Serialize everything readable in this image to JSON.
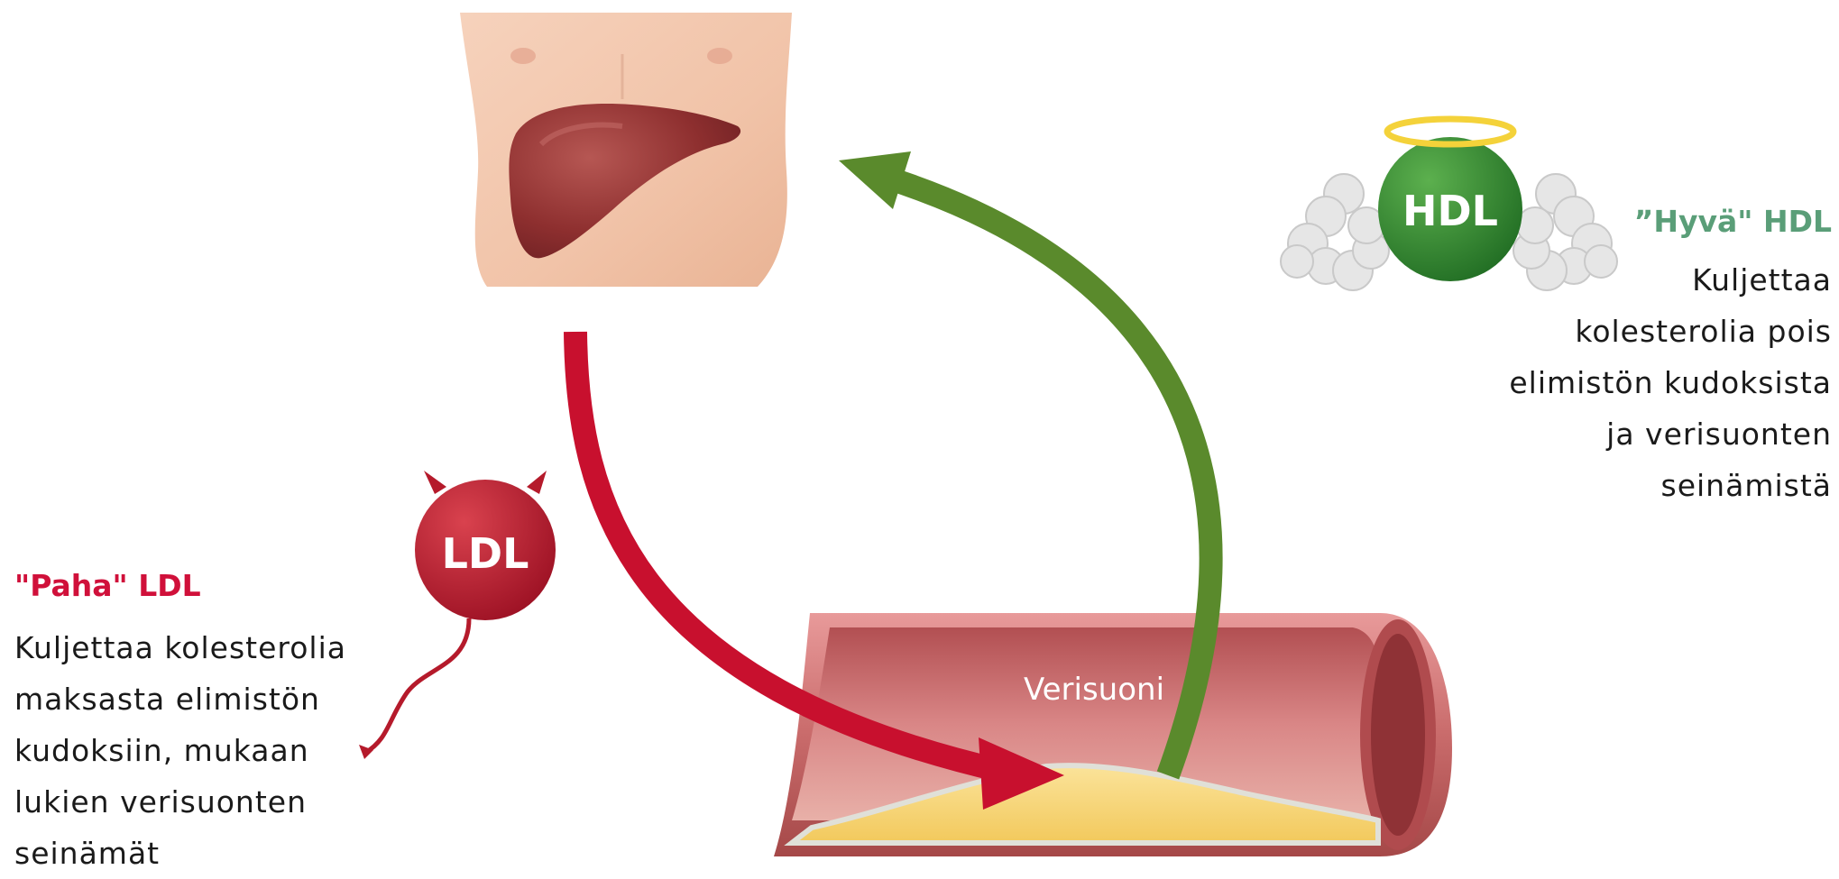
{
  "ldl": {
    "title": "\"Paha\" LDL",
    "badge": "LDL",
    "lines": [
      "Kuljettaa kolesterolia",
      "maksasta elimistön",
      "kudoksiin, mukaan",
      "lukien verisuonten",
      "seinämät"
    ]
  },
  "hdl": {
    "title": "”Hyvä\" HDL",
    "badge": "HDL",
    "lines": [
      "Kuljettaa",
      "kolesterolia pois",
      "elimistön kudoksista",
      "ja verisuonten",
      "seinämistä"
    ]
  },
  "vessel": {
    "label": "Verisuoni"
  },
  "colors": {
    "ldl": "#c8102e",
    "hdl": "#5a8a2c",
    "hdl_title": "#5a9e78",
    "ldl_title": "#d0103a"
  },
  "icons": [
    "torso-liver-illustration",
    "ldl-devil-icon",
    "hdl-angel-icon",
    "blood-vessel-illustration"
  ]
}
